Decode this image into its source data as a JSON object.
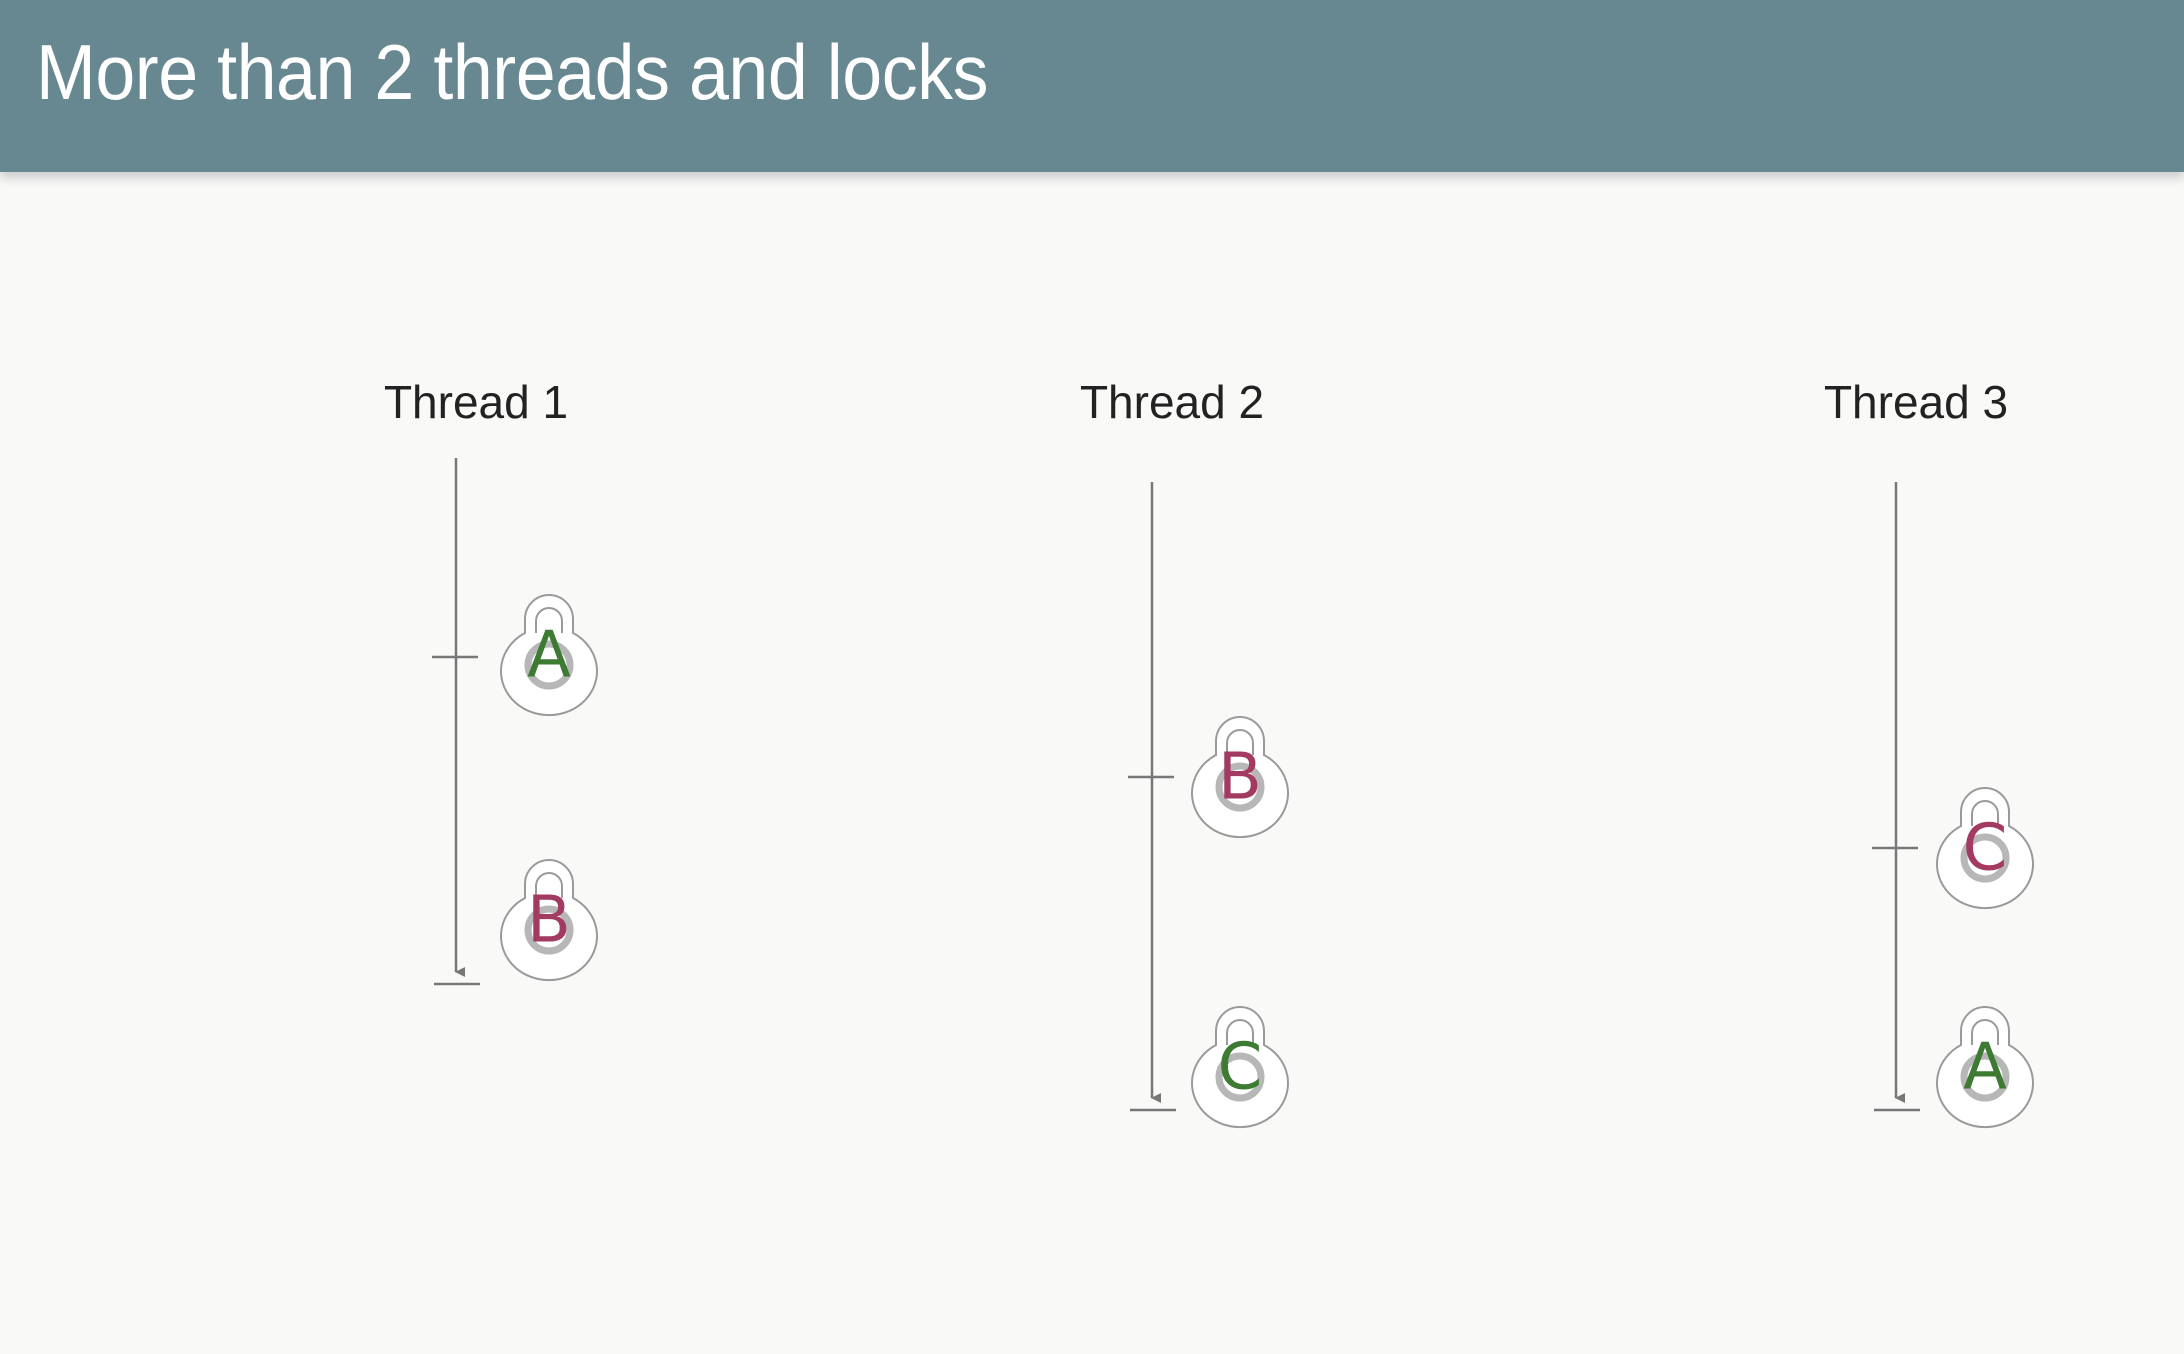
{
  "slide": {
    "title": "More than 2 threads and locks"
  },
  "colors": {
    "header_bg": "#688891",
    "title_text": "#ffffff",
    "background": "#f9f9f8",
    "lock_green": "#3d7a32",
    "lock_red": "#a33a62",
    "line_gray": "#777777"
  },
  "threads": [
    {
      "label": "Thread 1",
      "locks": [
        {
          "name": "A",
          "color": "green"
        },
        {
          "name": "B",
          "color": "red"
        }
      ]
    },
    {
      "label": "Thread 2",
      "locks": [
        {
          "name": "B",
          "color": "red"
        },
        {
          "name": "C",
          "color": "green"
        }
      ]
    },
    {
      "label": "Thread 3",
      "locks": [
        {
          "name": "C",
          "color": "red"
        },
        {
          "name": "A",
          "color": "green"
        }
      ]
    }
  ]
}
